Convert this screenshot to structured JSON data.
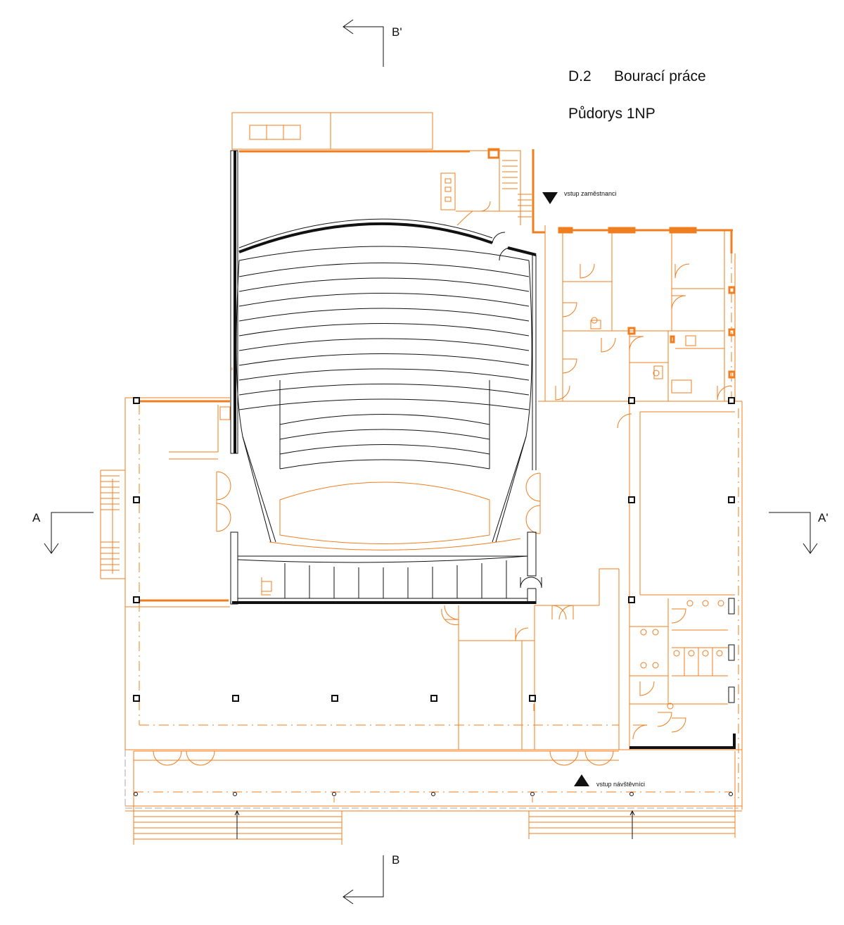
{
  "drawing": {
    "sheet_code": "D.2",
    "sheet_title": "Bourací práce",
    "subtitle": "Půdorys 1NP"
  },
  "labels": {
    "staff_entrance": "vstup zaměstnanci",
    "visitor_entrance": "vstup návštěvníci"
  },
  "sections": {
    "a_left": "A",
    "a_right": "A'",
    "b_top": "B'",
    "b_bottom": "B"
  },
  "colors": {
    "demolition": "#f07d1e",
    "existing": "#111111"
  }
}
